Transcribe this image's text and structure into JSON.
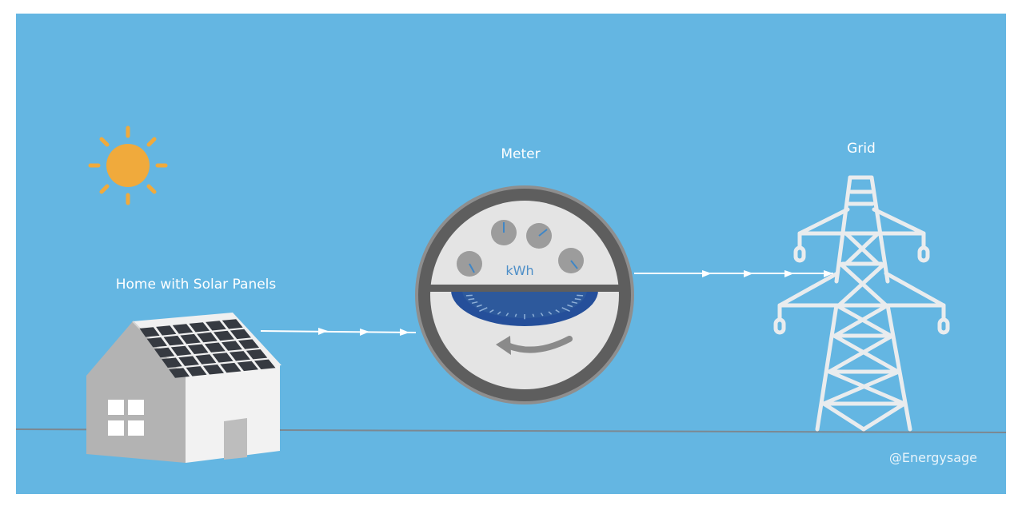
{
  "labels": {
    "meter": "Meter",
    "grid": "Grid",
    "home": "Home with Solar Panels",
    "unit": "kWh",
    "credit": "@Energysage"
  },
  "colors": {
    "sky": "#64b6e2",
    "sun": "#f0aa3c",
    "house_light": "#f2f2f2",
    "house_shade": "#b3b3b3",
    "panel": "#363a41",
    "meter_ring": "#5e5e5e",
    "meter_face": "#e4e4e4",
    "dial_blue": "#254f9a",
    "tower": "#e9ecee",
    "flow_line": "#ffffff"
  }
}
